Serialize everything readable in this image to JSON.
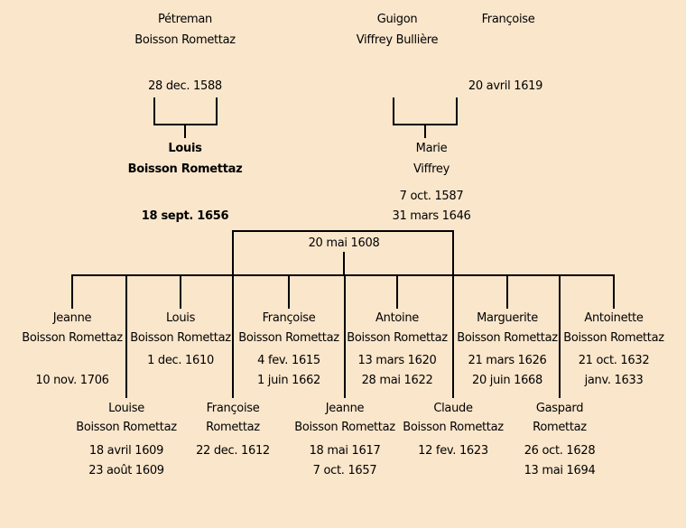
{
  "colors": {
    "background": "#FAE6CB",
    "text": "#000000",
    "lines": "#000000"
  },
  "paternal_grandparents": {
    "name": "Pétreman",
    "surname": "Boisson Romettaz",
    "marriage_date": "28 dec. 1588"
  },
  "maternal_grandparents": {
    "grandfather_name": "Guigon",
    "grandfather_surname": "Viffrey Bullière",
    "grandmother_name": "Françoise",
    "marriage_date": "20 avril 1619"
  },
  "father": {
    "name": "Louis",
    "surname": "Boisson Romettaz",
    "death_date": "18 sept. 1656"
  },
  "mother": {
    "name": "Marie",
    "surname": "Viffrey",
    "birth_date": "7 oct. 1587",
    "death_date": "31 mars 1646"
  },
  "marriage_date": "20 mai 1608",
  "children_row1": [
    {
      "name": "Jeanne",
      "surname": "Boisson Romettaz",
      "date1": "",
      "date2": "10 nov. 1706"
    },
    {
      "name": "Louis",
      "surname": "Boisson Romettaz",
      "date1": "1 dec. 1610",
      "date2": ""
    },
    {
      "name": "Françoise",
      "surname": "Boisson Romettaz",
      "date1": "4 fev. 1615",
      "date2": "1 juin 1662"
    },
    {
      "name": "Antoine",
      "surname": "Boisson Romettaz",
      "date1": "13 mars 1620",
      "date2": "28 mai 1622"
    },
    {
      "name": "Marguerite",
      "surname": "Boisson Romettaz",
      "date1": "21 mars 1626",
      "date2": "20 juin 1668"
    },
    {
      "name": "Antoinette",
      "surname": "Boisson Romettaz",
      "date1": "21 oct. 1632",
      "date2": "janv. 1633"
    }
  ],
  "children_row2": [
    {
      "name": "Louise",
      "surname": "Boisson Romettaz",
      "date1": "18 avril 1609",
      "date2": "23 août 1609"
    },
    {
      "name": "Françoise",
      "surname": "Romettaz",
      "date1": "22 dec. 1612",
      "date2": ""
    },
    {
      "name": "Jeanne",
      "surname": "Boisson Romettaz",
      "date1": "18 mai 1617",
      "date2": "7 oct. 1657"
    },
    {
      "name": "Claude",
      "surname": "Boisson Romettaz",
      "date1": "12 fev. 1623",
      "date2": ""
    },
    {
      "name": "Gaspard",
      "surname": "Romettaz",
      "date1": "26 oct. 1628",
      "date2": "13 mai 1694"
    }
  ]
}
